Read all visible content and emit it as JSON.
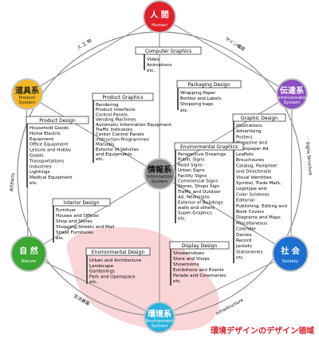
{
  "nodes": {
    "human": {
      "jp": "人 間",
      "en": "Human",
      "color": "#e0202a"
    },
    "product": {
      "jp": "道具系",
      "en1": "Product",
      "en2": "System",
      "color": "#f3b720"
    },
    "communication": {
      "jp": "伝達系",
      "en1": "Communication",
      "en2": "System",
      "color": "#8a4ec0"
    },
    "nature": {
      "jp": "自 然",
      "en": "Nature",
      "color": "#3aa832"
    },
    "society": {
      "jp": "社 会",
      "en": "Society",
      "color": "#1d6fd0"
    },
    "environment": {
      "jp": "環境系",
      "en1": "Environment",
      "en2": "System",
      "color": "#2ab2de"
    },
    "information": {
      "jp": "情報系",
      "en1": "Information",
      "en2": "System"
    }
  },
  "ring_labels": {
    "human_product": "人 工 物",
    "human_comm": "サイン構成",
    "product_nature": "Artifacts",
    "comm_society": "Signs Structure",
    "nature_env": "生活基盤",
    "env_society": "Infrastructure"
  },
  "boxes": {
    "computer_graphics": {
      "title": "Computer Graphics",
      "items": [
        "Video",
        "Animations",
        "etc."
      ]
    },
    "product_graphics": {
      "title": "Product Graphics",
      "items": [
        "Rendering",
        "Product Interfacts",
        "Control Panels",
        "Vending Machines",
        "Automatic Information Equipment",
        "Traffic Indicators",
        "Center Control Panels",
        "Instruction Programmes",
        "Manuals",
        "Exterior of Vehicles",
        "and Equipments",
        "etc."
      ]
    },
    "packaging_design": {
      "title": "Packaging Design",
      "items": [
        "Wrapping Paper",
        "Bottles and Labels",
        "Shopping bags",
        "etc."
      ]
    },
    "product_design": {
      "title": "Product Design",
      "items": [
        "Household Goods",
        "Home Electric",
        "Equipment",
        "Office Equipment",
        "Leisure and Hobby",
        "Goods",
        "Transportations",
        "Industries",
        "Lightings",
        "Medical Equipment",
        "etc."
      ]
    },
    "graphic_design": {
      "title": "Graphic Design",
      "items": [
        "Illustrations",
        "Advertising",
        "Posters",
        "Magazine and",
        "Newspaper Ad.",
        "Leaflets",
        "Brouchoures",
        "Catalog, Pamphlet",
        "and Directmails",
        "Visual Identities",
        "Symbol, Trade Mark,",
        "Logotype and",
        "Color Schemes",
        "Editorial",
        "Publishing, Editing and",
        "Book Covers",
        "Diagrams and Maps",
        "Miscellaneous",
        "Calender",
        "Dairies",
        "Record",
        "Jackets",
        "Stationeries",
        "etc."
      ]
    },
    "environmental_graphics": {
      "title": "Environmental Graphics",
      "items": [
        "Perspective Drawings",
        "Public Signs",
        "Road Signs",
        "Urban Signs",
        "Facility Signs",
        "Commercial Signs",
        "Stores, Shops Sign",
        "Traffic and Outdoor",
        "Ad. Neonsigns",
        "Exterior of Buildings",
        "walls and others",
        "Super-Graphics",
        "etc."
      ]
    },
    "interior_design": {
      "title": "Interior Design",
      "items": [
        "Furnituer",
        "Houses and Offices",
        "Shop and Stores",
        "Shopping Streets and Mall",
        "Street Furnitures",
        "etc."
      ]
    },
    "environmental_design": {
      "title": "Environmental Design",
      "items": [
        "Urban and Architecture",
        "Landscape",
        "Gardenings",
        "Park and Openspace",
        "etc."
      ]
    },
    "display_design": {
      "title": "Display Design",
      "items": [
        "Showwindows",
        "Store and Shops",
        "Showrooms",
        "Exhibitions and Events",
        "Parade and Ceremonies",
        "etc."
      ]
    }
  },
  "footer": "環境デザインのデザイン領域"
}
